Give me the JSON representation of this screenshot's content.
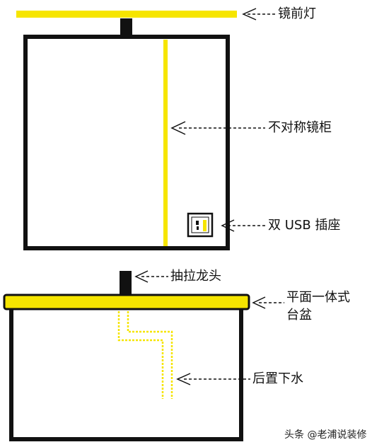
{
  "colors": {
    "accent_yellow": "#f6e500",
    "outline": "#111111",
    "background": "#ffffff"
  },
  "labels": {
    "mirror_light": "镜前灯",
    "mirror_cabinet": "不对称镜柜",
    "usb_socket": "双 USB 插座",
    "faucet": "抽拉龙头",
    "basin_line1": "平面一体式",
    "basin_line2": "台盆",
    "drain": "后置下水"
  },
  "watermark": "头条 @老浦说装修"
}
